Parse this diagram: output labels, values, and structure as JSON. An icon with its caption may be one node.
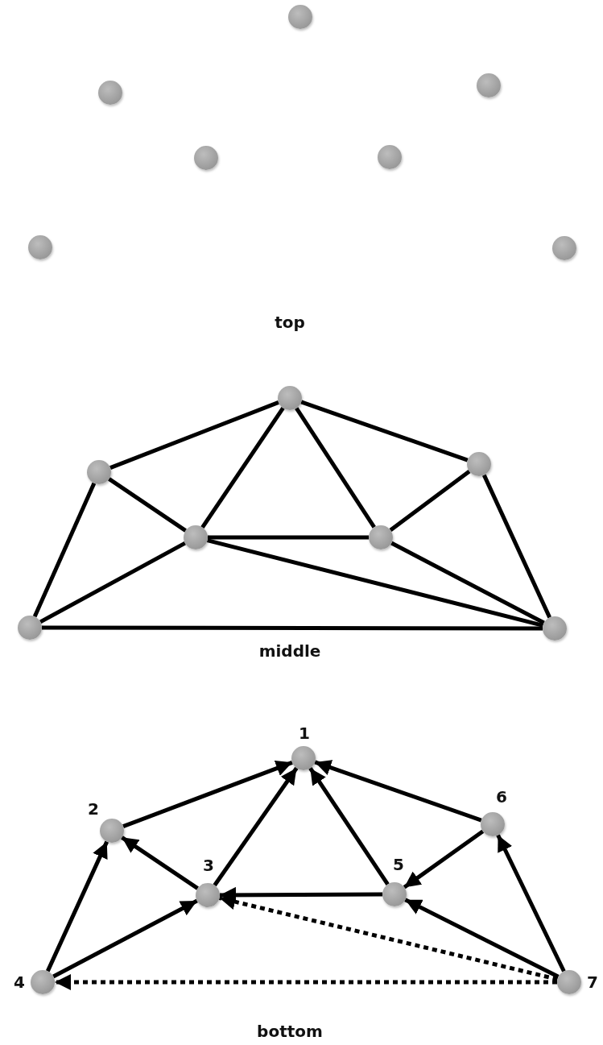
{
  "diagram": {
    "nodes": [
      {
        "text": [],
        "shape": "circle"
      },
      {
        "text": [],
        "shape": "circle"
      },
      {
        "text": [],
        "shape": "circle"
      },
      {
        "text": [],
        "shape": "circle"
      },
      {
        "text": [],
        "shape": "circle"
      },
      {
        "text": [],
        "shape": "circle"
      },
      {
        "text": [],
        "shape": "circle"
      },
      {
        "text": [],
        "shape": "circle"
      },
      {
        "text": [],
        "shape": "circle"
      },
      {
        "text": [],
        "shape": "circle"
      },
      {
        "text": [],
        "shape": "circle"
      },
      {
        "text": [],
        "shape": "circle"
      },
      {
        "text": [],
        "shape": "circle"
      },
      {
        "text": [],
        "shape": "circle"
      },
      {
        "text": [],
        "shape": "circle",
        "beside": [
          "1"
        ]
      },
      {
        "text": [],
        "shape": "circle",
        "beside": [
          "2"
        ]
      },
      {
        "text": [],
        "shape": "circle",
        "beside": [
          "3"
        ]
      },
      {
        "text": [],
        "shape": "circle",
        "beside": [
          "4"
        ]
      },
      {
        "text": [],
        "shape": "circle",
        "beside": [
          "5"
        ]
      },
      {
        "text": [],
        "shape": "circle",
        "beside": [
          "6"
        ]
      },
      {
        "text": [],
        "shape": "circle",
        "beside": [
          "7"
        ]
      }
    ],
    "edges": [
      {
        "from": 7,
        "to": 8,
        "arrow": "none"
      },
      {
        "from": 7,
        "to": 10,
        "arrow": "none"
      },
      {
        "from": 7,
        "to": 11,
        "arrow": "none"
      },
      {
        "from": 7,
        "to": 9,
        "arrow": "none"
      },
      {
        "from": 8,
        "to": 10,
        "arrow": "none"
      },
      {
        "from": 8,
        "to": 12,
        "arrow": "none"
      },
      {
        "from": 9,
        "to": 11,
        "arrow": "none"
      },
      {
        "from": 9,
        "to": 13,
        "arrow": "none"
      },
      {
        "from": 10,
        "to": 11,
        "arrow": "none"
      },
      {
        "from": 10,
        "to": 12,
        "arrow": "none"
      },
      {
        "from": 10,
        "to": 13,
        "arrow": "none"
      },
      {
        "from": 11,
        "to": 13,
        "arrow": "none"
      },
      {
        "from": 12,
        "to": 13,
        "arrow": "none"
      },
      {
        "from": 15,
        "to": 14,
        "arrow": "to"
      },
      {
        "from": 16,
        "to": 14,
        "arrow": "to"
      },
      {
        "from": 18,
        "to": 14,
        "arrow": "to"
      },
      {
        "from": 19,
        "to": 14,
        "arrow": "to"
      },
      {
        "from": 16,
        "to": 15,
        "arrow": "to"
      },
      {
        "from": 17,
        "to": 15,
        "arrow": "to"
      },
      {
        "from": 17,
        "to": 16,
        "arrow": "to"
      },
      {
        "from": 18,
        "to": 16,
        "arrow": "to"
      },
      {
        "from": 19,
        "to": 18,
        "arrow": "to"
      },
      {
        "from": 20,
        "to": 18,
        "arrow": "to"
      },
      {
        "from": 20,
        "to": 19,
        "arrow": "to"
      },
      {
        "from": 20,
        "to": 16,
        "arrow": "to",
        "style": "dashed"
      },
      {
        "from": 20,
        "to": 17,
        "arrow": "to",
        "style": "dashed"
      }
    ],
    "labels": [
      "top",
      "middle",
      "bottom"
    ]
  }
}
